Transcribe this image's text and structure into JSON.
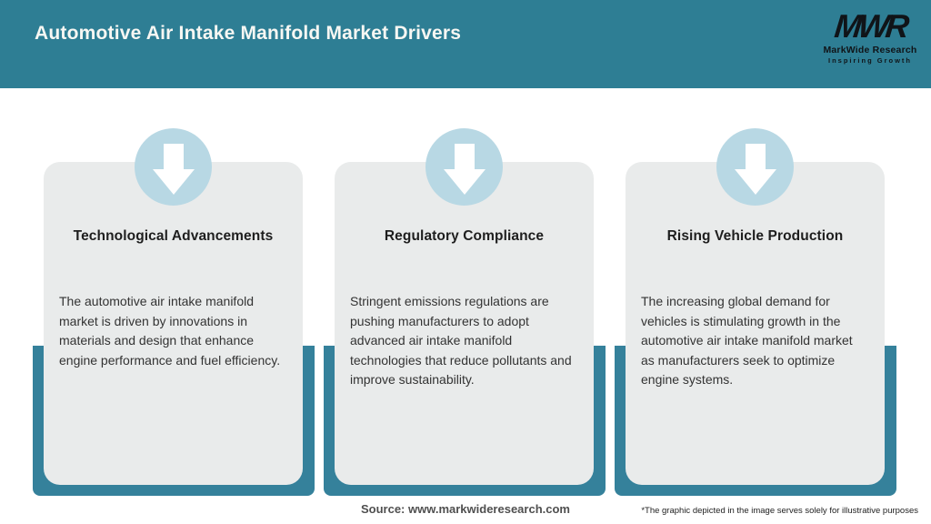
{
  "header": {
    "title": "Automotive Air Intake Manifold Market Drivers",
    "logo": {
      "acronym": "MWR",
      "name": "MarkWide Research",
      "tagline": "Inspiring Growth"
    }
  },
  "cards": [
    {
      "icon": "down-arrow-icon",
      "heading": "Technological Advancements",
      "body": "The automotive air intake manifold market is driven by innovations in materials and design that enhance engine performance and fuel efficiency."
    },
    {
      "icon": "down-arrow-icon",
      "heading": "Regulatory Compliance",
      "body": "Stringent emissions regulations are pushing manufacturers to adopt advanced air intake manifold technologies that reduce pollutants and improve sustainability."
    },
    {
      "icon": "down-arrow-icon",
      "heading": "Rising Vehicle Production",
      "body": "The increasing global demand for vehicles is stimulating growth in the automotive air intake manifold market as manufacturers seek to optimize engine systems."
    }
  ],
  "footer": {
    "source": "Source: www.markwideresearch.com",
    "disclaimer": "*The graphic depicted in the image serves solely for illustrative purposes"
  },
  "colors": {
    "header_teal": "#2e7e94",
    "underlay_teal": "#35819b",
    "card_gray": "#e9ebeb",
    "circle_blue": "#b8d8e4",
    "arrow_white": "#ffffff",
    "title_text": "#f7f7f3",
    "heading_text": "#1e1e1e",
    "body_text": "#333333"
  }
}
